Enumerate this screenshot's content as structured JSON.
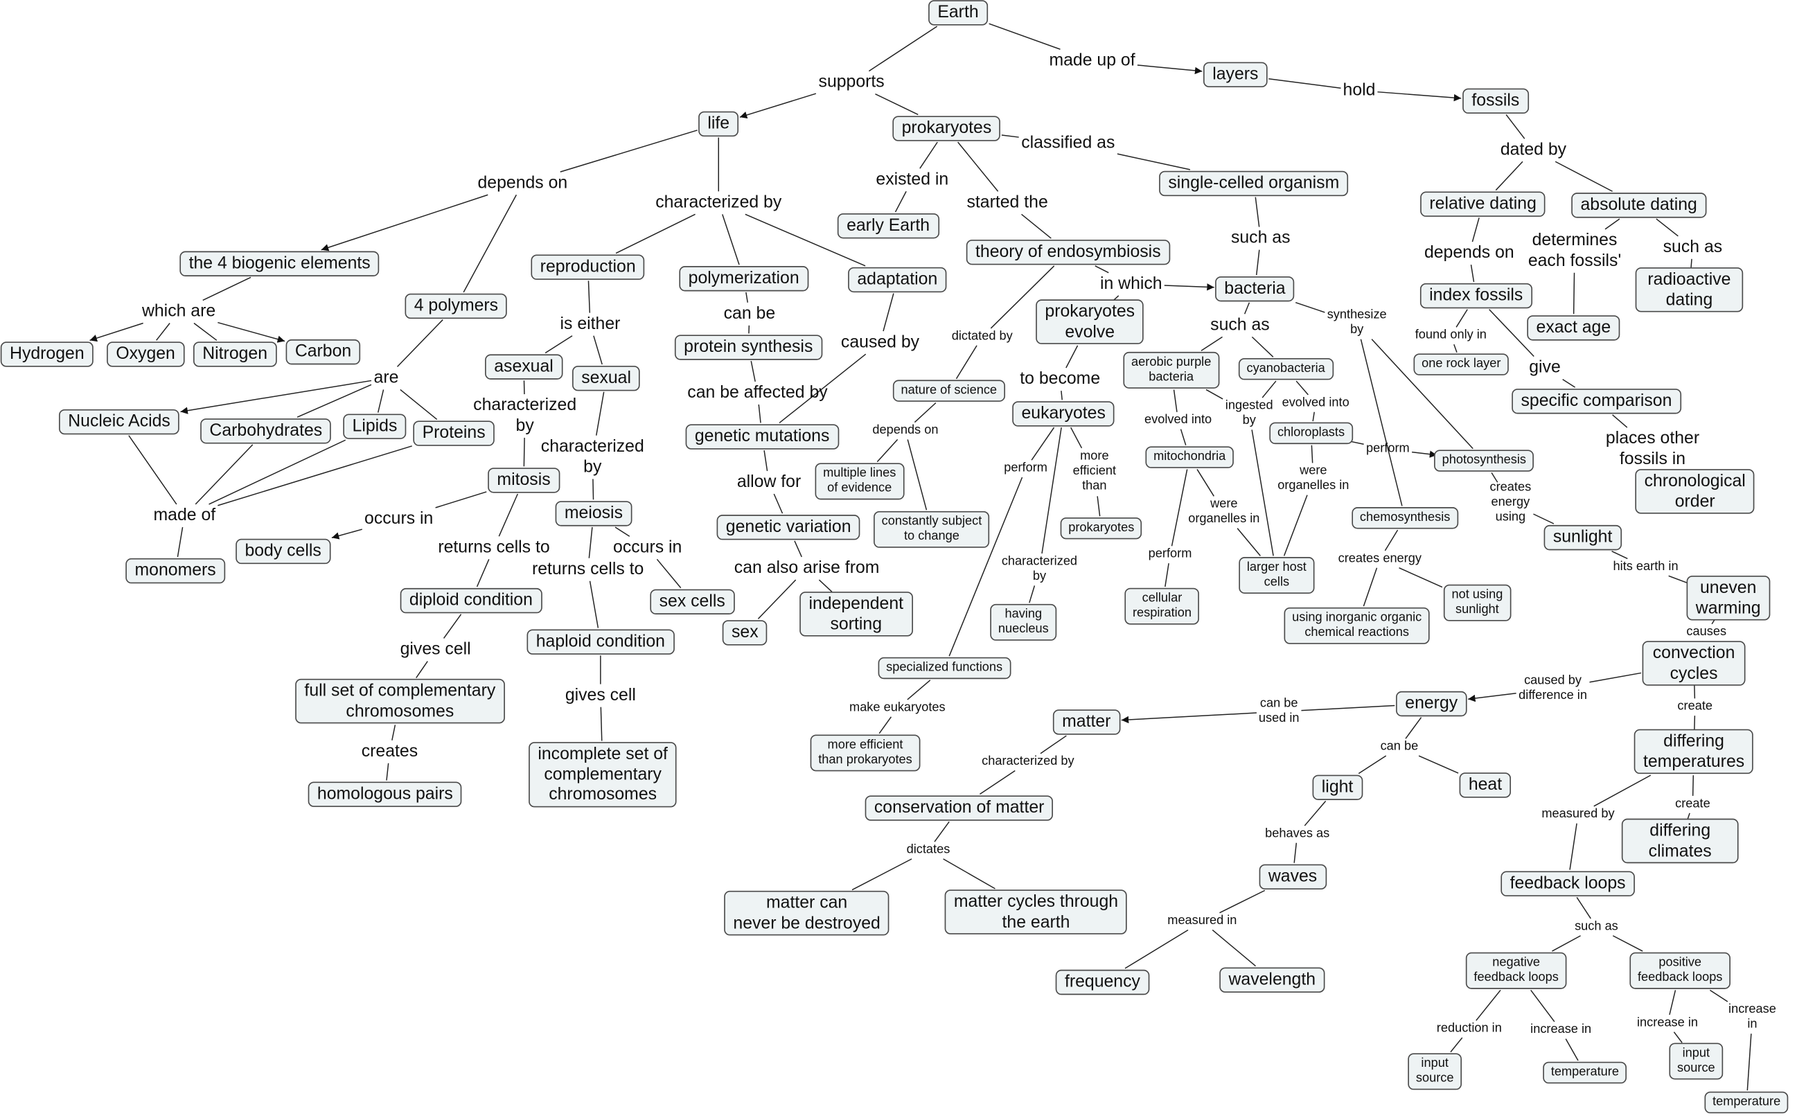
{
  "concepts": {
    "earth": "Earth",
    "layers": "layers",
    "fossils": "fossils",
    "life": "life",
    "prokaryotes": "prokaryotes",
    "single": "single-celled organism",
    "relative": "relative dating",
    "absolute": "absolute dating",
    "earlyearth": "early Earth",
    "endosym": "theory of endosymbiosis",
    "biogenic": "the 4 biogenic elements",
    "reproduction": "reproduction",
    "polymerization": "polymerization",
    "adaptation": "adaptation",
    "bacteria": "bacteria",
    "index": "index fossils",
    "radioactive": "radioactive dating",
    "polymers4": "4 polymers",
    "hydrogen": "Hydrogen",
    "oxygen": "Oxygen",
    "nitrogen": "Nitrogen",
    "carbon": "Carbon",
    "proteinsyn": "protein synthesis",
    "protevolve": "prokaryotes\nevolve",
    "exactage": "exact age",
    "asexual": "asexual",
    "sexual": "sexual",
    "aerobic": "aerobic purple\nbacteria",
    "cyano": "cyanobacteria",
    "onerock": "one rock layer",
    "natsci": "nature of science",
    "specific": "specific comparison",
    "nucleic": "Nucleic Acids",
    "carbs": "Carbohydrates",
    "lipids": "Lipids",
    "proteins": "Proteins",
    "eukaryotes": "eukaryotes",
    "genmut": "genetic mutations",
    "chloroplasts": "chloroplasts",
    "mitochondria": "mitochondria",
    "photosyn": "photosynthesis",
    "chronological": "chronological order",
    "multiple": "multiple lines\nof evidence",
    "mitosis": "mitosis",
    "meiosis": "meiosis",
    "constantly": "constantly subject\nto change",
    "prokaryotes2": "prokaryotes",
    "chemosyn": "chemosynthesis",
    "sunlight": "sunlight",
    "genvar": "genetic variation",
    "bodycells": "body cells",
    "monomers": "monomers",
    "larger": "larger host\ncells",
    "cellresp": "cellular\nrespiration",
    "notsun": "not using\nsunlight",
    "uneven": "uneven\nwarming",
    "diploid": "diploid condition",
    "sexcells": "sex cells",
    "indep": "independent\nsorting",
    "sex": "sex",
    "having": "having\nnuecleus",
    "inorganic": "using inorganic organic\nchemical reactions",
    "haploid": "haploid condition",
    "convection": "convection cycles",
    "specialized": "specialized functions",
    "energy": "energy",
    "fullset": "full set of complementary\nchromosomes",
    "matter": "matter",
    "moreeff": "more efficient\nthan prokaryotes",
    "differingtemp": "differing\ntemperatures",
    "incomplete": "incomplete set of\ncomplementary\nchromosomes",
    "light": "light",
    "heat": "heat",
    "homologous": "homologous pairs",
    "conservation": "conservation of matter",
    "diffclimates": "differing climates",
    "waves": "waves",
    "feedback": "feedback loops",
    "matternever": "matter can\nnever be destroyed",
    "mattercycles": "matter cycles through\nthe earth",
    "negative": "negative\nfeedback loops",
    "positive": "positive\nfeedback loops",
    "frequency": "frequency",
    "wavelength": "wavelength",
    "input1": "input\nsource",
    "temp1": "temperature",
    "input2": "input\nsource",
    "temp2": "temperature"
  },
  "linking_phrases": {
    "supports": "supports",
    "madeupof": "made up of",
    "hold": "hold",
    "dependson1": "depends on",
    "charby1": "characterized by",
    "classified": "classified as",
    "existedin": "existed in",
    "startedthe": "started the",
    "datedby": "dated by",
    "dependson2": "depends on",
    "determines": "determines\neach fossils'",
    "suchas1": "such as",
    "suchas2": "such as",
    "whichare": "which are",
    "iseither": "is either",
    "canbe": "can be",
    "causedby": "caused by",
    "dictatedby": "dictated by",
    "inwhich": "in which",
    "suchas3": "such as",
    "synthesize": "synthesize\nby",
    "foundonly": "found only in",
    "give": "give",
    "are": "are",
    "canbeaff": "can be affected by",
    "tobecome": "to become",
    "charby2": "characterized\nby",
    "charby3": "characterized\nby",
    "evolvedinto1": "evolved into",
    "ingested": "ingested\nby",
    "evolvedinto2": "evolved into",
    "dependson3": "depends on",
    "perform1": "perform",
    "places": "places other\nfossils in",
    "perform2": "perform",
    "moreefficient": "more\nefficient\nthan",
    "wereorg1": "were\norganelles in",
    "ceu": "creates\nenergy\nusing",
    "allowfor": "allow for",
    "madeof": "made of",
    "occursin1": "occurs in",
    "wereorg2": "were\norganelles in",
    "returns1": "returns cells to",
    "occursin2": "occurs in",
    "returns2": "returns cells to",
    "hitsearth": "hits earth in",
    "canalso": "can also arise from",
    "perform3": "perform",
    "ce": "creates energy",
    "charby4": "characterized\nby",
    "causes": "causes",
    "givescell1": "gives cell",
    "givescell2": "gives cell",
    "causedbydiff": "caused by\ndifference in",
    "canbeused": "can be\nused in",
    "create1": "create",
    "makeeuk": "make eukaryotes",
    "creates": "creates",
    "charby5": "characterized by",
    "canbe2": "can be",
    "measuredby": "measured by",
    "create2": "create",
    "behavesas": "behaves as",
    "dictates": "dictates",
    "measuredin": "measured in",
    "suchas4": "such as",
    "reductionin": "reduction in",
    "increasein1": "increase in",
    "increasein2": "increase in",
    "increasein3": "increase in"
  },
  "colors": {
    "node_fill": "#eef3f4",
    "node_border": "#4a4a4a",
    "line": "#222222"
  }
}
